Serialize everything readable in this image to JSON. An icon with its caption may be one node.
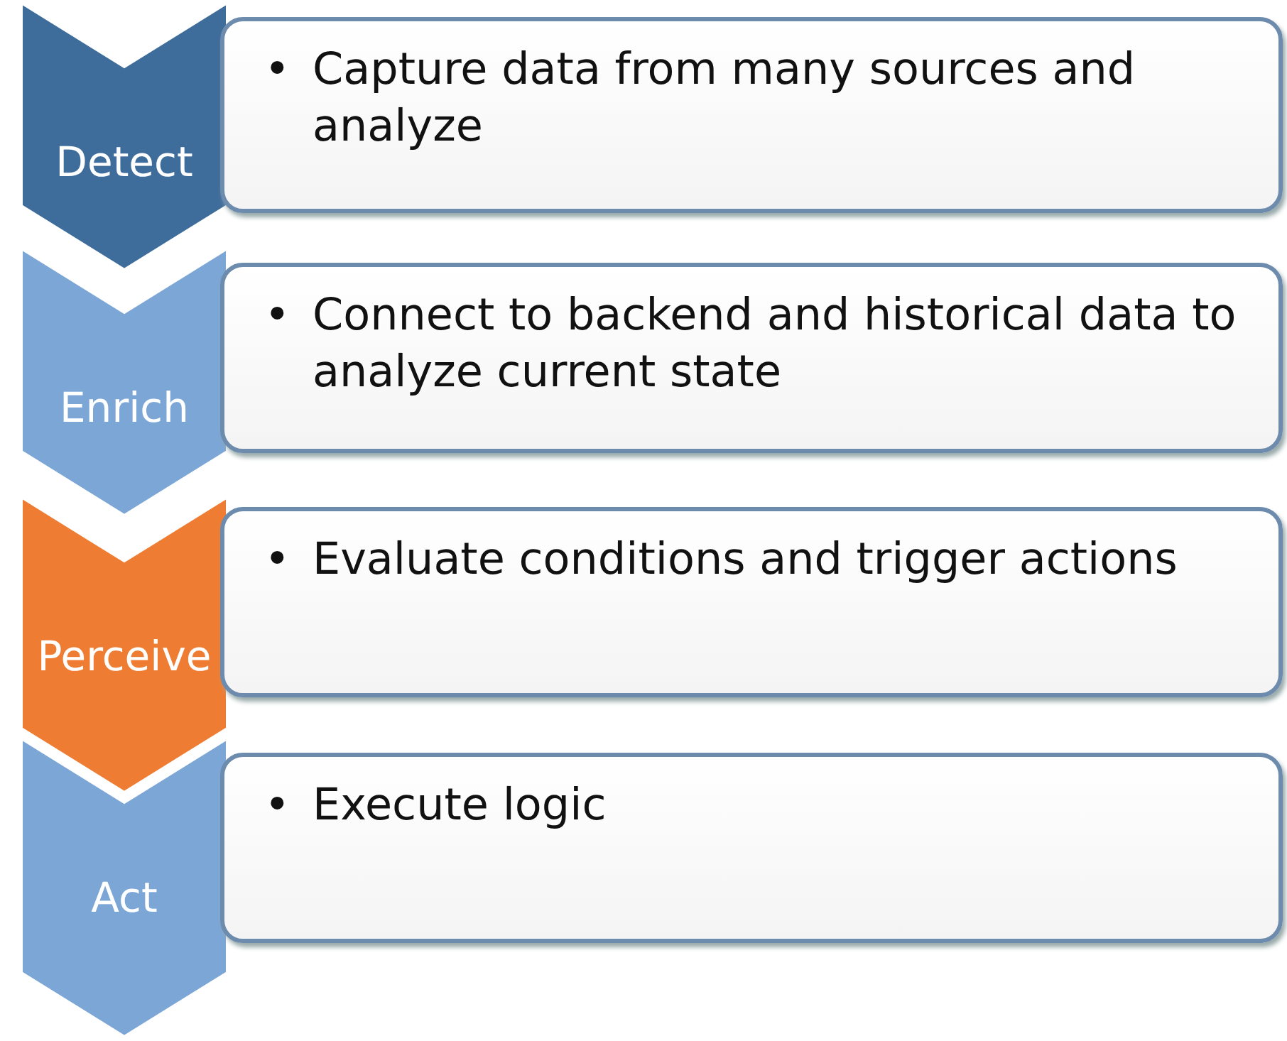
{
  "diagram": {
    "nodes": [
      {
        "text": [
          "Detect"
        ]
      },
      {
        "text": [
          "•",
          "Capture data from many sources and analyze"
        ]
      },
      {
        "text": [
          "Enrich"
        ]
      },
      {
        "text": [
          "•",
          "Connect to backend and historical data to analyze current state"
        ]
      },
      {
        "text": [
          "Perceive"
        ]
      },
      {
        "text": [
          "•",
          "Evaluate conditions and trigger actions"
        ]
      },
      {
        "text": [
          "Act"
        ]
      },
      {
        "text": [
          "•",
          "Execute logic"
        ]
      }
    ],
    "edges": []
  }
}
